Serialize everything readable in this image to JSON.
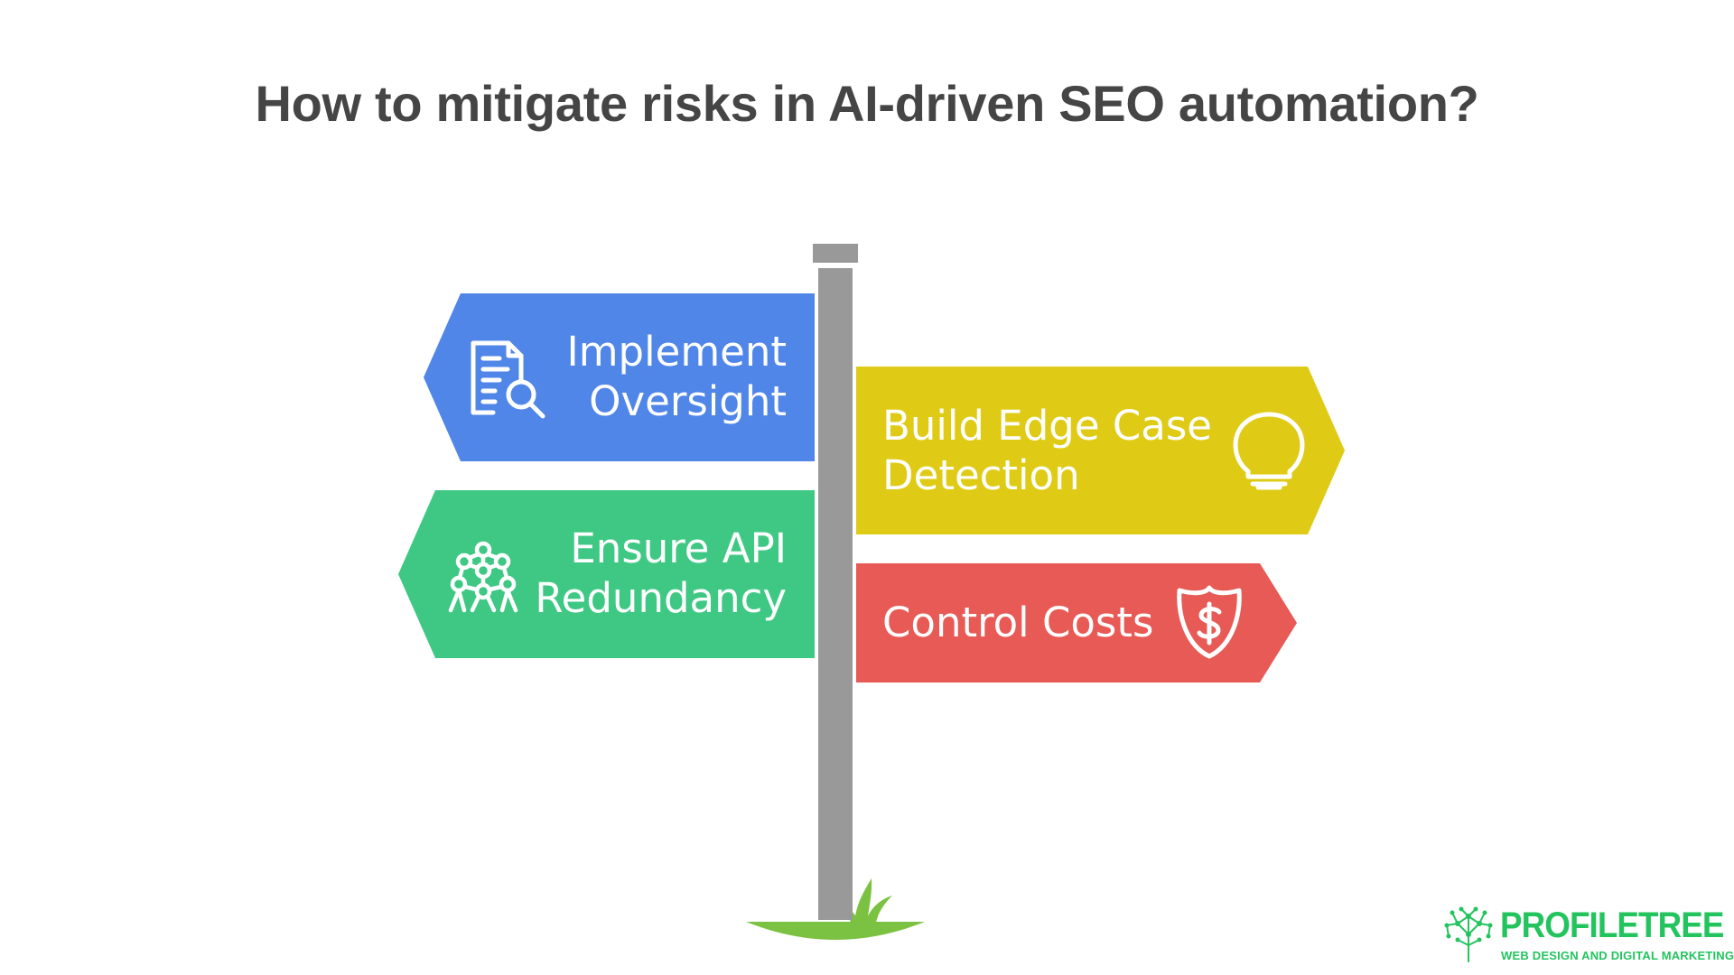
{
  "title": "How to mitigate risks in AI-driven SEO automation?",
  "signs": [
    {
      "id": "implement-oversight",
      "lines": [
        "Implement",
        "Oversight"
      ],
      "color": "#4f86e8",
      "icon": "document-search-icon",
      "direction": "left"
    },
    {
      "id": "ensure-api-redundancy",
      "lines": [
        "Ensure API",
        "Redundancy"
      ],
      "color": "#3fc884",
      "icon": "atomium-icon",
      "direction": "left"
    },
    {
      "id": "build-edge-case-detection",
      "lines": [
        "Build Edge Case",
        "Detection"
      ],
      "color": "#dfcb15",
      "icon": "lightbulb-icon",
      "direction": "right"
    },
    {
      "id": "control-costs",
      "lines": [
        "Control Costs"
      ],
      "color": "#e75a55",
      "icon": "shield-dollar-icon",
      "direction": "right"
    }
  ],
  "post_color": "#999999",
  "grass_color": "#7cc242",
  "brand": {
    "name": "PROFILETREE",
    "tagline": "WEB DESIGN AND DIGITAL MARKETING",
    "color": "#23c45e"
  }
}
